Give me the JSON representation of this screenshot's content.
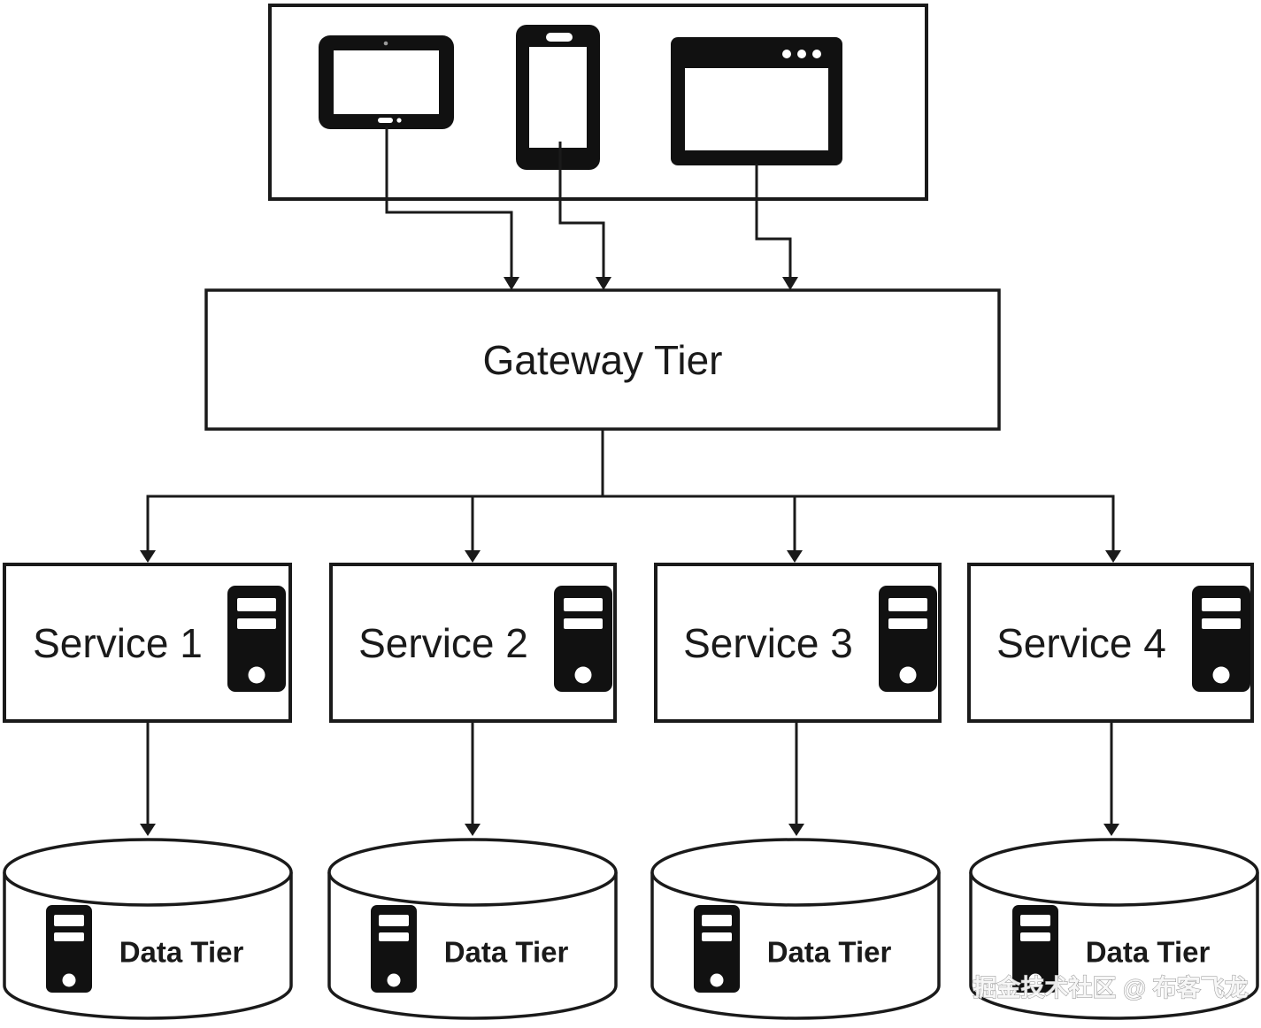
{
  "client_tier": {
    "name": "client-devices",
    "devices": [
      {
        "icon": "tablet-icon"
      },
      {
        "icon": "smartphone-icon"
      },
      {
        "icon": "browser-window-icon"
      }
    ]
  },
  "gateway": {
    "label": "Gateway Tier"
  },
  "services": [
    {
      "label": "Service 1",
      "icon": "server-icon"
    },
    {
      "label": "Service 2",
      "icon": "server-icon"
    },
    {
      "label": "Service 3",
      "icon": "server-icon"
    },
    {
      "label": "Service 4",
      "icon": "server-icon"
    }
  ],
  "data_stores": [
    {
      "label": "Data Tier",
      "icon": "server-icon",
      "shape": "database-cylinder"
    },
    {
      "label": "Data Tier",
      "icon": "server-icon",
      "shape": "database-cylinder"
    },
    {
      "label": "Data Tier",
      "icon": "server-icon",
      "shape": "database-cylinder"
    },
    {
      "label": "Data Tier",
      "icon": "server-icon",
      "shape": "database-cylinder"
    }
  ],
  "edges": [
    {
      "from": "tablet",
      "to": "gateway"
    },
    {
      "from": "smartphone",
      "to": "gateway"
    },
    {
      "from": "browser-window",
      "to": "gateway"
    },
    {
      "from": "gateway",
      "to": "service-1"
    },
    {
      "from": "gateway",
      "to": "service-2"
    },
    {
      "from": "gateway",
      "to": "service-3"
    },
    {
      "from": "gateway",
      "to": "service-4"
    },
    {
      "from": "service-1",
      "to": "data-tier-1"
    },
    {
      "from": "service-2",
      "to": "data-tier-2"
    },
    {
      "from": "service-3",
      "to": "data-tier-3"
    },
    {
      "from": "service-4",
      "to": "data-tier-4"
    }
  ],
  "watermark": {
    "text": "掘金技术社区 @ 布客飞龙"
  },
  "colors": {
    "stroke": "#1a1a1a",
    "fill": "#ffffff",
    "background": "#ffffff",
    "watermark_fill": "#f7f7f7",
    "watermark_outline": "#8d8d8d"
  }
}
